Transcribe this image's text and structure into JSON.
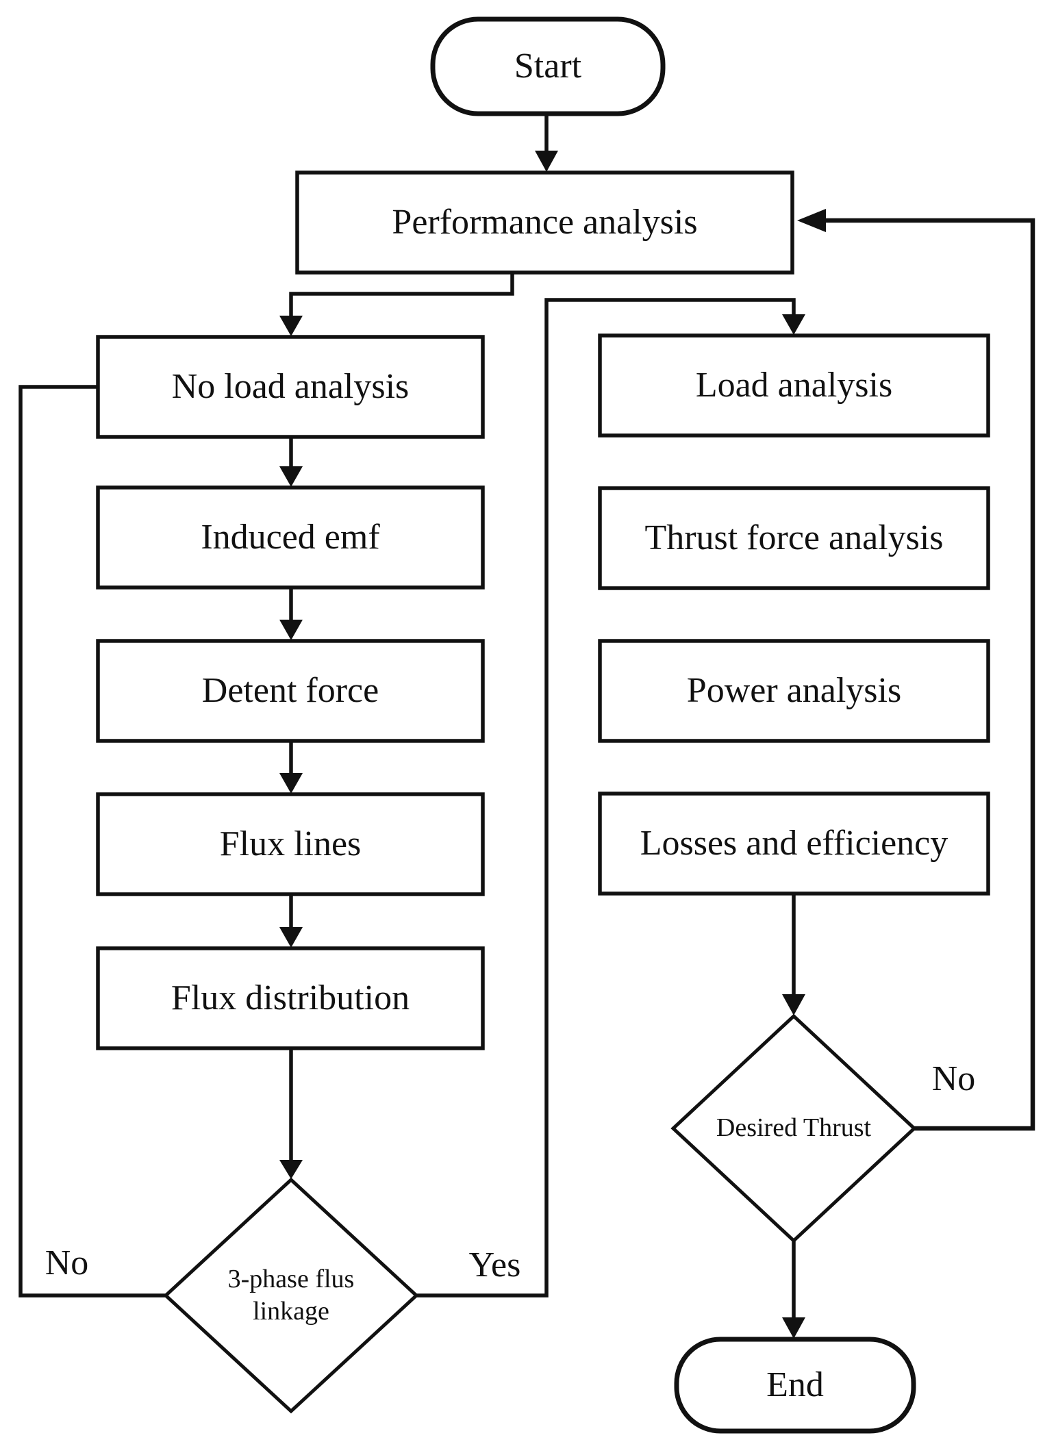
{
  "figure": {
    "type": "flowchart"
  },
  "nodes": {
    "start": {
      "label": "Start",
      "shape": "terminator"
    },
    "performance_analysis": {
      "label": "Performance analysis",
      "shape": "process"
    },
    "no_load_analysis": {
      "label": "No load analysis",
      "shape": "process"
    },
    "induced_emf": {
      "label": "Induced emf",
      "shape": "process"
    },
    "detent_force": {
      "label": "Detent force",
      "shape": "process"
    },
    "flux_lines": {
      "label": "Flux lines",
      "shape": "process"
    },
    "flux_distribution": {
      "label": "Flux distribution",
      "shape": "process"
    },
    "three_phase_flux_linkage": {
      "label": "3-phase flus linkage",
      "label_lines": [
        "3-phase flus",
        "linkage"
      ],
      "shape": "decision"
    },
    "load_analysis": {
      "label": "Load analysis",
      "shape": "process"
    },
    "thrust_force_analysis": {
      "label": "Thrust force analysis",
      "shape": "process"
    },
    "power_analysis": {
      "label": "Power analysis",
      "shape": "process"
    },
    "losses_and_efficiency": {
      "label": "Losses and efficiency",
      "shape": "process"
    },
    "desired_thrust": {
      "label": "Desired Thrust",
      "shape": "decision"
    },
    "end": {
      "label": "End",
      "shape": "terminator"
    }
  },
  "edges": [
    {
      "from": "start",
      "to": "performance_analysis"
    },
    {
      "from": "performance_analysis",
      "to": "no_load_analysis"
    },
    {
      "from": "no_load_analysis",
      "to": "induced_emf"
    },
    {
      "from": "induced_emf",
      "to": "detent_force"
    },
    {
      "from": "detent_force",
      "to": "flux_lines"
    },
    {
      "from": "flux_lines",
      "to": "flux_distribution"
    },
    {
      "from": "flux_distribution",
      "to": "three_phase_flux_linkage"
    },
    {
      "from": "three_phase_flux_linkage",
      "to": "no_load_analysis",
      "label": "No"
    },
    {
      "from": "three_phase_flux_linkage",
      "to": "load_analysis",
      "label": "Yes"
    },
    {
      "from": "load_analysis",
      "to": "thrust_force_analysis"
    },
    {
      "from": "thrust_force_analysis",
      "to": "power_analysis"
    },
    {
      "from": "power_analysis",
      "to": "losses_and_efficiency"
    },
    {
      "from": "losses_and_efficiency",
      "to": "desired_thrust"
    },
    {
      "from": "desired_thrust",
      "to": "performance_analysis",
      "label": "No"
    },
    {
      "from": "desired_thrust",
      "to": "end"
    }
  ],
  "colors": {
    "stroke": "#111111",
    "shape_fill": "#ffffff",
    "text": "#111111",
    "background": "#ffffff"
  }
}
